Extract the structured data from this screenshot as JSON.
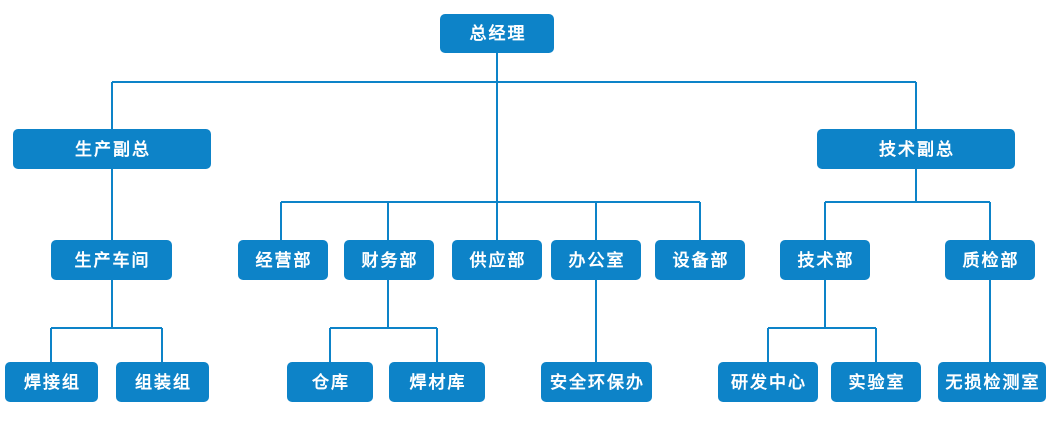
{
  "chart_data": {
    "type": "diagram",
    "diagram_type": "organization-chart",
    "title": "",
    "orientation": "top-down",
    "node_color": "#0d83c8",
    "connector_color": "#0d83c8",
    "text_color": "#ffffff",
    "background": "#ffffff",
    "levels": [
      [
        "总经理"
      ],
      [
        "生产副总",
        "技术副总"
      ],
      [
        "生产车间",
        "经营部",
        "财务部",
        "供应部",
        "办公室",
        "设备部",
        "技术部",
        "质检部"
      ],
      [
        "焊接组",
        "组装组",
        "仓库",
        "焊材库",
        "安全环保办",
        "研发中心",
        "实验室",
        "无损检测室"
      ]
    ],
    "edges": [
      [
        "总经理",
        "生产副总"
      ],
      [
        "总经理",
        "技术副总"
      ],
      [
        "总经理",
        "经营部"
      ],
      [
        "总经理",
        "财务部"
      ],
      [
        "总经理",
        "供应部"
      ],
      [
        "总经理",
        "办公室"
      ],
      [
        "总经理",
        "设备部"
      ],
      [
        "生产副总",
        "生产车间"
      ],
      [
        "技术副总",
        "技术部"
      ],
      [
        "技术副总",
        "质检部"
      ],
      [
        "生产车间",
        "焊接组"
      ],
      [
        "生产车间",
        "组装组"
      ],
      [
        "财务部",
        "仓库"
      ],
      [
        "财务部",
        "焊材库"
      ],
      [
        "办公室",
        "安全环保办"
      ],
      [
        "技术部",
        "研发中心"
      ],
      [
        "技术部",
        "实验室"
      ],
      [
        "质检部",
        "无损检测室"
      ]
    ]
  },
  "nodes": {
    "general_manager": "总经理",
    "production_vp": "生产副总",
    "technical_vp": "技术副总",
    "production_workshop": "生产车间",
    "operations_dept": "经营部",
    "finance_dept": "财务部",
    "supply_dept": "供应部",
    "office": "办公室",
    "equipment_dept": "设备部",
    "technical_dept": "技术部",
    "quality_dept": "质检部",
    "welding_group": "焊接组",
    "assembly_group": "组装组",
    "warehouse": "仓库",
    "welding_material_store": "焊材库",
    "safety_env_office": "安全环保办",
    "rd_center": "研发中心",
    "laboratory": "实验室",
    "ndt_room": "无损检测室"
  }
}
